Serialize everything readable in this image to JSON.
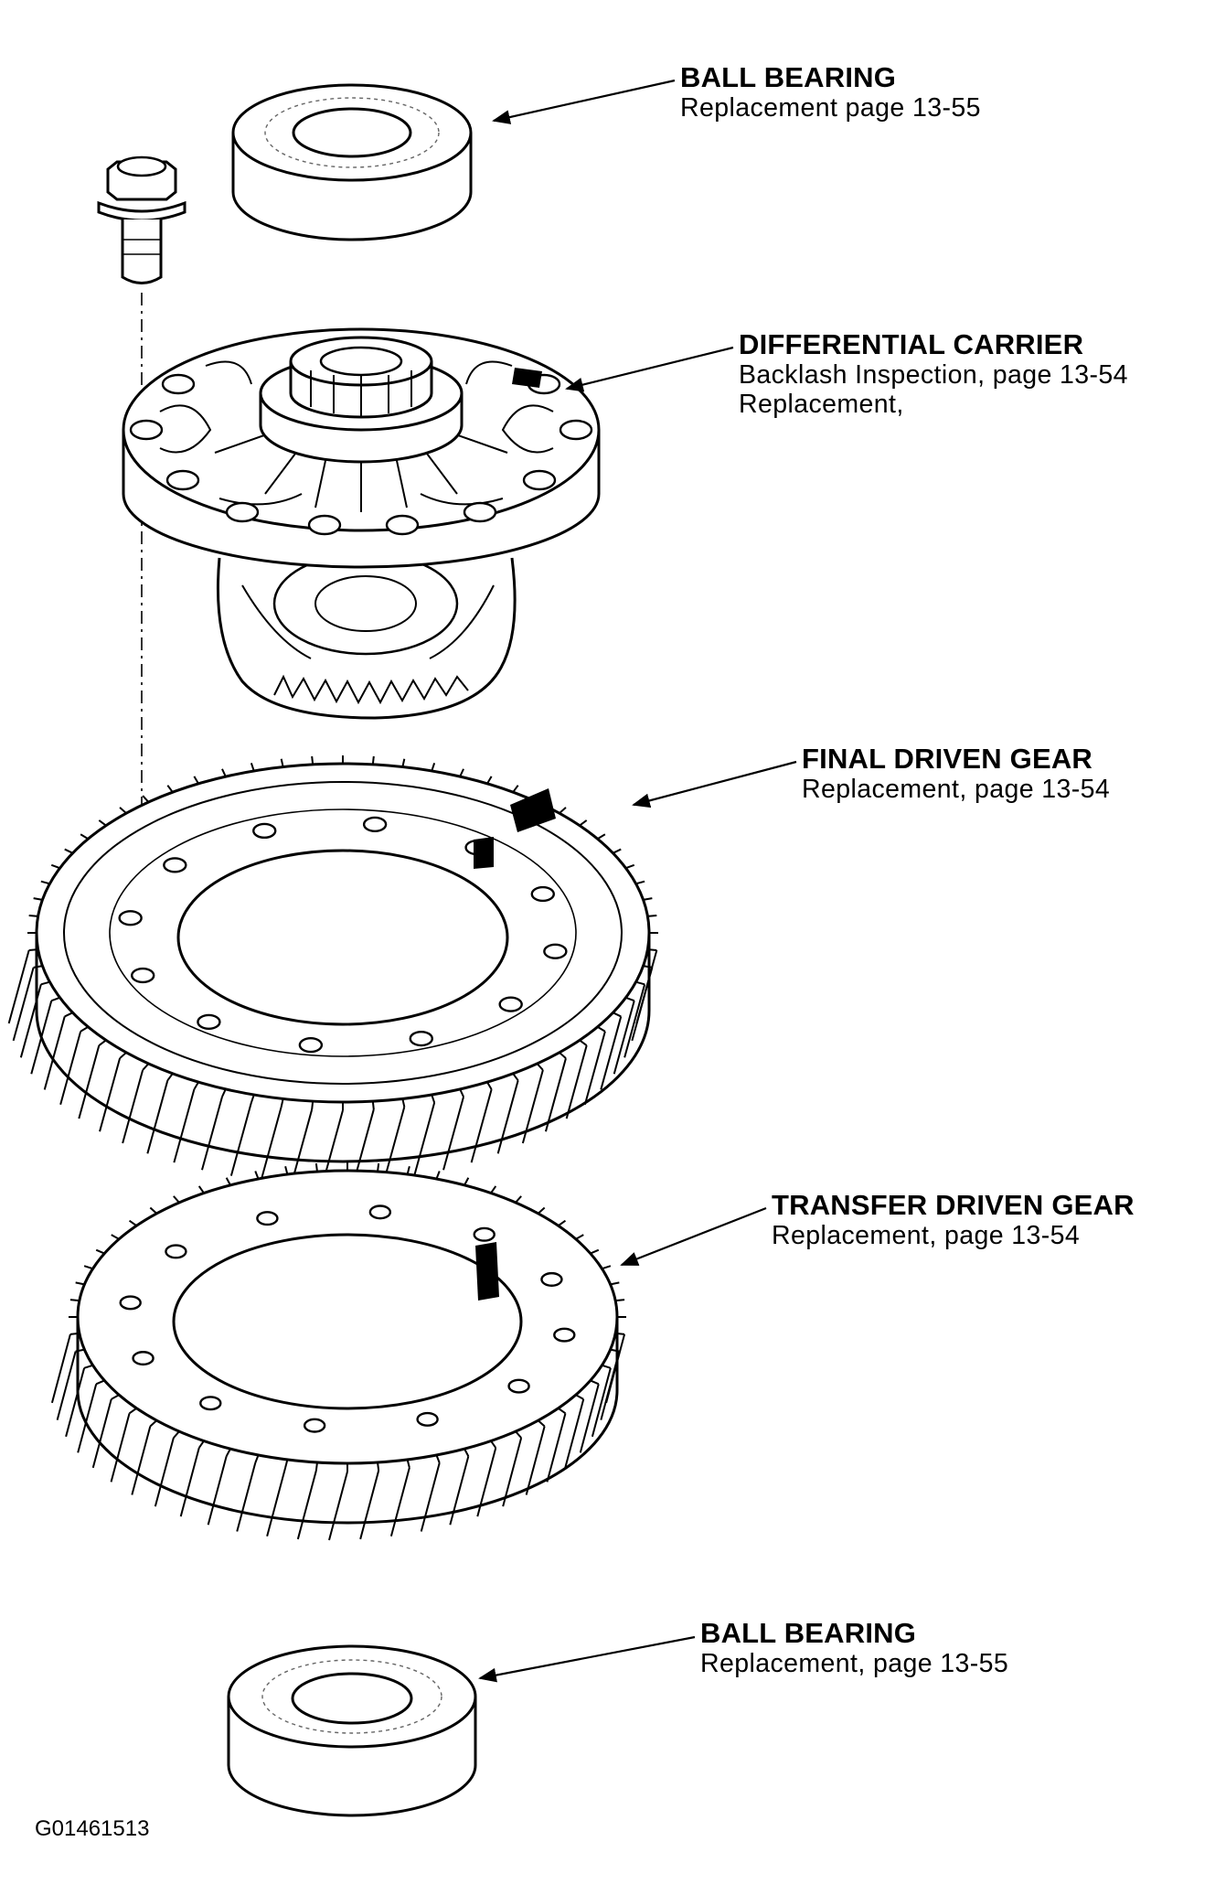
{
  "parts": [
    {
      "id": "ball-bearing-top",
      "title": "BALL BEARING",
      "lines": [
        "Replacement page 13-55"
      ]
    },
    {
      "id": "differential-carrier",
      "title": "DIFFERENTIAL CARRIER",
      "lines": [
        "Backlash Inspection, page 13-54",
        "Replacement,"
      ]
    },
    {
      "id": "final-driven-gear",
      "title": "FINAL DRIVEN GEAR",
      "lines": [
        "Replacement, page 13-54"
      ]
    },
    {
      "id": "transfer-driven-gear",
      "title": "TRANSFER DRIVEN GEAR",
      "lines": [
        "Replacement, page 13-54"
      ]
    },
    {
      "id": "ball-bearing-bottom",
      "title": "BALL BEARING",
      "lines": [
        "Replacement, page 13-55"
      ]
    }
  ],
  "figure_code": "G01461513",
  "colors": {
    "ink": "#000000",
    "paper": "#ffffff",
    "shade": "#e6e6e6"
  },
  "icons": [
    "ball-bearing-icon",
    "bolt-icon",
    "differential-carrier-icon",
    "final-driven-gear-icon",
    "transfer-driven-gear-icon"
  ]
}
